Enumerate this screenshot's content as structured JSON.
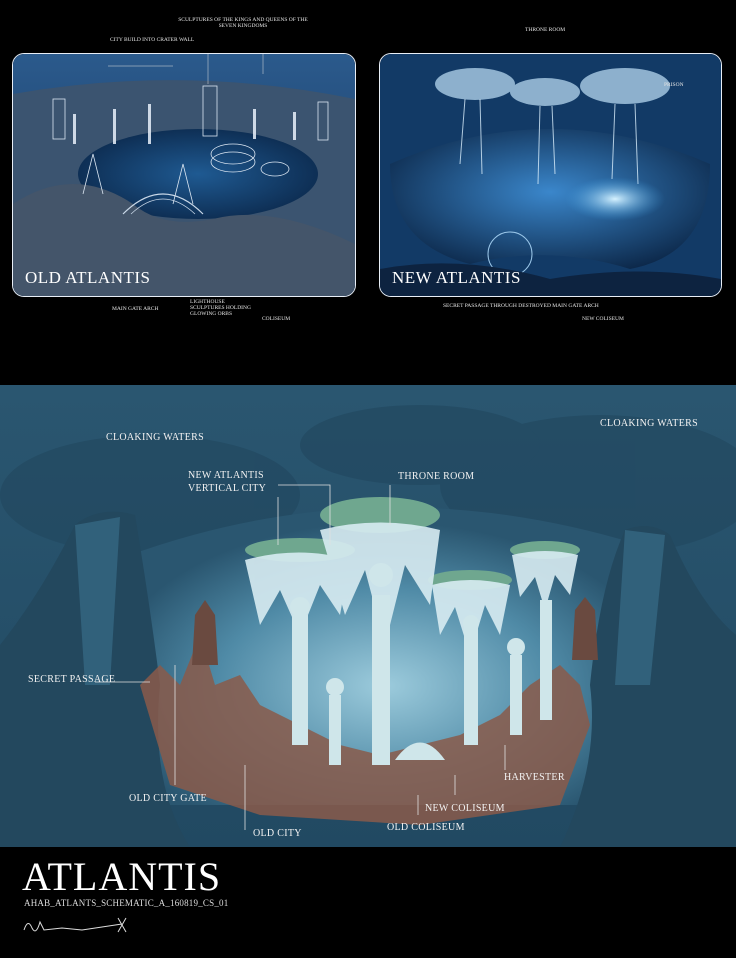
{
  "top": {
    "old": {
      "title": "OLD ATLANTIS",
      "labels": {
        "sculptures": "SCULPTURES OF THE KINGS AND QUEENS OF THE SEVEN KINGDOMS",
        "crater_wall": "CITY BUILD INTO CRATER WALL",
        "main_gate": "MAIN GATE ARCH",
        "lighthouse": "LIGHTHOUSE SCULPTURES HOLDING GLOWING ORBS",
        "coliseum": "COLISEUM"
      }
    },
    "new": {
      "title": "NEW ATLANTIS",
      "labels": {
        "throne_room": "THRONE ROOM",
        "prison": "PRISON",
        "secret_passage": "SECRET PASSAGE THROUGH DESTROYED MAIN GATE ARCH",
        "new_coliseum": "NEW COLISEUM"
      }
    }
  },
  "schematic": {
    "labels": {
      "cloaking_left": "CLOAKING WATERS",
      "cloaking_right": "CLOAKING WATERS",
      "vertical_city_1": "NEW ATLANTIS",
      "vertical_city_2": "VERTICAL CITY",
      "throne_room": "THRONE ROOM",
      "secret_passage": "SECRET PASSAGE",
      "harvester": "HARVESTER",
      "old_city_gate": "OLD CITY GATE",
      "new_coliseum": "NEW COLISEUM",
      "old_city": "OLD CITY",
      "old_coliseum": "OLD COLISEUM"
    }
  },
  "footer": {
    "title": "ATLANTIS",
    "code": "AHAB_ATLANTS_SCHEMATIC_A_160819_CS_01"
  },
  "colors": {
    "background": "#000000",
    "ocean": "#2c5a74",
    "cavern_glow": "#7fb6cb",
    "jellyfish_cap": "#6fa78f",
    "old_city_brick": "#8a5a4a"
  }
}
